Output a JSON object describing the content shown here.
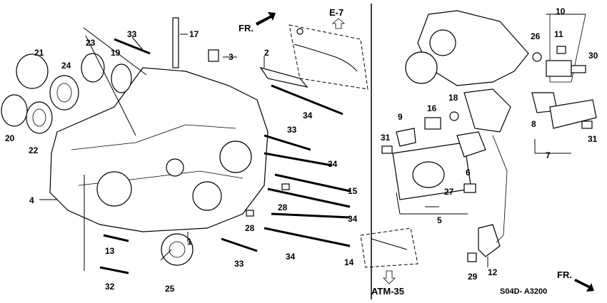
{
  "diagram": {
    "code": "S04D- A3200",
    "refs": {
      "top": "E-7",
      "bottom": "ATM-35"
    },
    "direction": "FR.",
    "callouts": [
      {
        "id": "c1",
        "text": "1"
      },
      {
        "id": "c2",
        "text": "2"
      },
      {
        "id": "c3",
        "text": "3"
      },
      {
        "id": "c4",
        "text": "4"
      },
      {
        "id": "c5",
        "text": "5"
      },
      {
        "id": "c6",
        "text": "6"
      },
      {
        "id": "c7",
        "text": "7"
      },
      {
        "id": "c8",
        "text": "8"
      },
      {
        "id": "c9",
        "text": "9"
      },
      {
        "id": "c10",
        "text": "10"
      },
      {
        "id": "c11",
        "text": "11"
      },
      {
        "id": "c12",
        "text": "12"
      },
      {
        "id": "c13",
        "text": "13"
      },
      {
        "id": "c14",
        "text": "14"
      },
      {
        "id": "c15",
        "text": "15"
      },
      {
        "id": "c16",
        "text": "16"
      },
      {
        "id": "c17",
        "text": "17"
      },
      {
        "id": "c18",
        "text": "18"
      },
      {
        "id": "c19",
        "text": "19"
      },
      {
        "id": "c20",
        "text": "20"
      },
      {
        "id": "c21",
        "text": "21"
      },
      {
        "id": "c22",
        "text": "22"
      },
      {
        "id": "c23",
        "text": "23"
      },
      {
        "id": "c24",
        "text": "24"
      },
      {
        "id": "c25",
        "text": "25"
      },
      {
        "id": "c26",
        "text": "26"
      },
      {
        "id": "c27",
        "text": "27"
      },
      {
        "id": "c28a",
        "text": "28"
      },
      {
        "id": "c28b",
        "text": "28"
      },
      {
        "id": "c29",
        "text": "29"
      },
      {
        "id": "c30",
        "text": "30"
      },
      {
        "id": "c31a",
        "text": "31"
      },
      {
        "id": "c31b",
        "text": "31"
      },
      {
        "id": "c32",
        "text": "32"
      },
      {
        "id": "c33a",
        "text": "33"
      },
      {
        "id": "c33b",
        "text": "33"
      },
      {
        "id": "c33c",
        "text": "33"
      },
      {
        "id": "c34a",
        "text": "34"
      },
      {
        "id": "c34b",
        "text": "34"
      },
      {
        "id": "c34c",
        "text": "34"
      },
      {
        "id": "c34d",
        "text": "34"
      }
    ]
  }
}
